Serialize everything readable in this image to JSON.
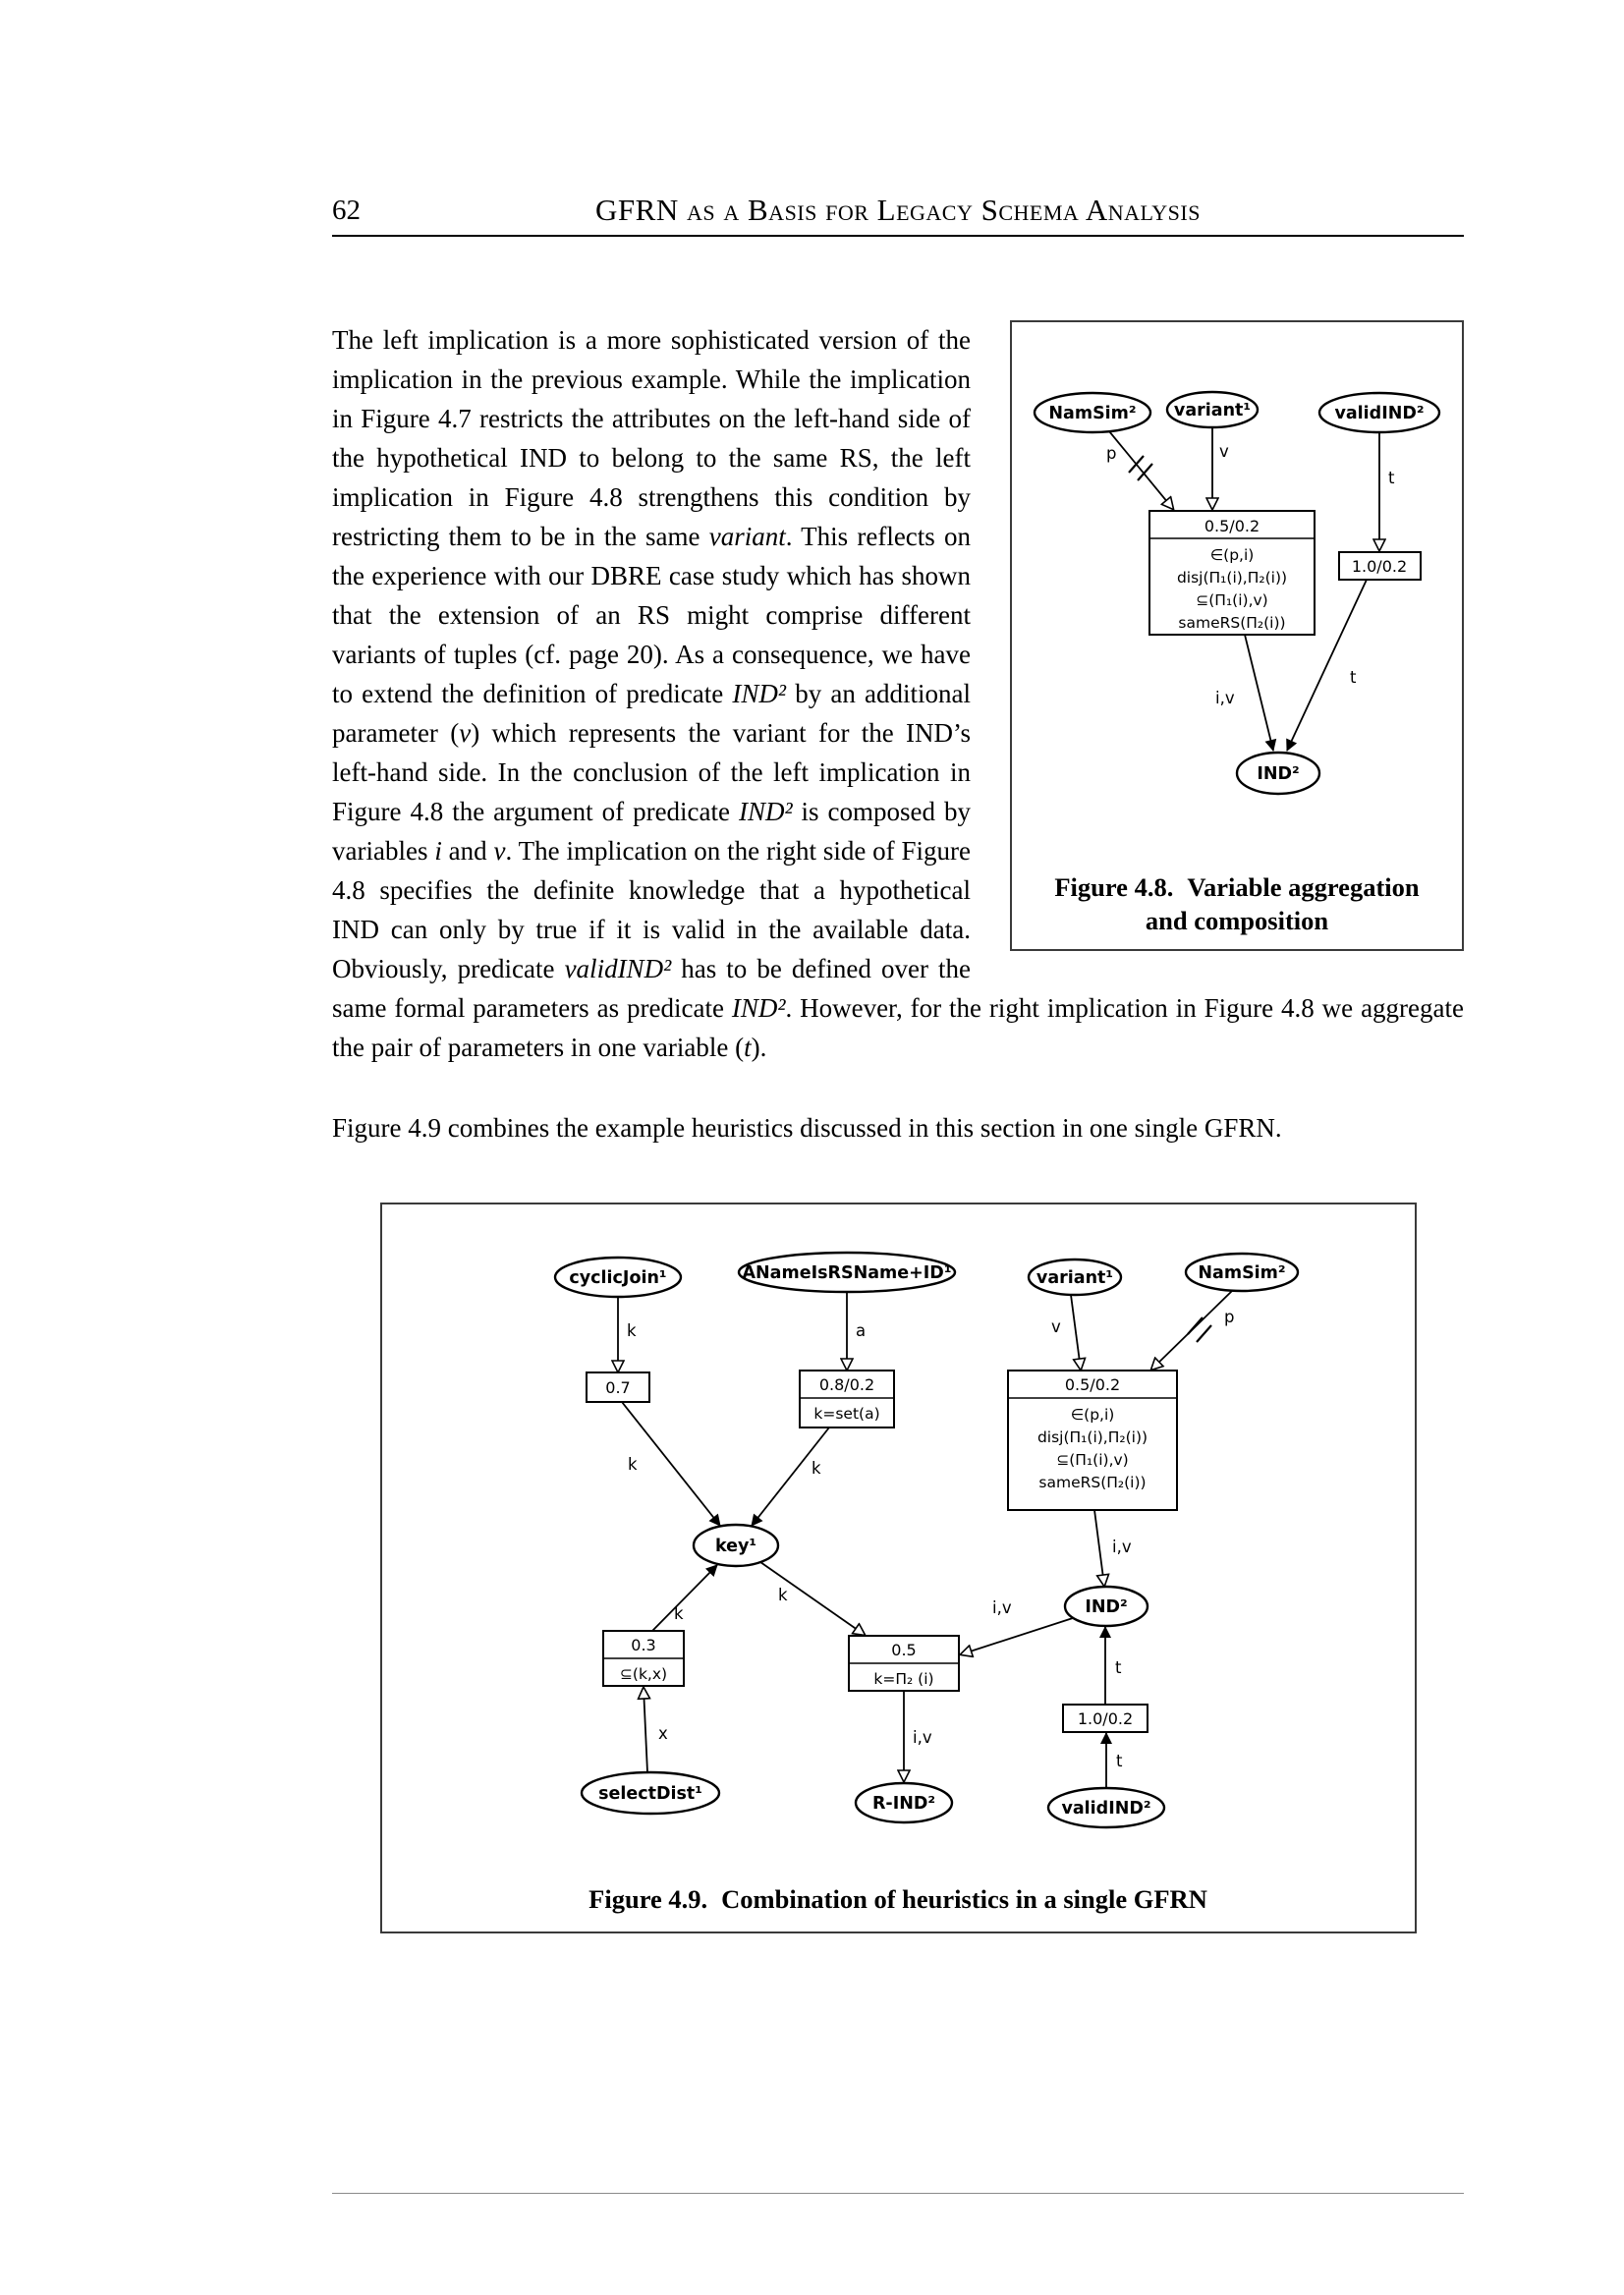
{
  "page": {
    "number": "62",
    "header_title": "GFRN as a Basis for Legacy Schema Analysis"
  },
  "body": {
    "para1_runs": [
      {
        "t": "The left implication is a more sophisticated version of the implication in the previous example. While the implication in Figure 4.7 restricts the attributes on the left-hand side of the hypothetical IND to belong to the same RS, the left implication in Figure 4.8 strengthens this condition by restricting them to be in the same ",
        "i": false
      },
      {
        "t": "variant",
        "i": true
      },
      {
        "t": ". This reflects on the experience with our DBRE case study which has shown that the extension of an RS might comprise different variants of tuples (cf. page 20). As a consequence, we have to extend the definition of predicate ",
        "i": false
      },
      {
        "t": "IND²",
        "i": true
      },
      {
        "t": " by an additional parameter (",
        "i": false
      },
      {
        "t": "v",
        "i": true
      },
      {
        "t": ") which represents the variant for the IND’s left-hand side. In the conclusion of the left implication in Figure 4.8 the argument of predicate ",
        "i": false
      },
      {
        "t": "IND²",
        "i": true
      },
      {
        "t": " is composed by variables ",
        "i": false
      },
      {
        "t": "i",
        "i": true
      },
      {
        "t": " and ",
        "i": false
      },
      {
        "t": "v",
        "i": true
      },
      {
        "t": ". The implication on the right side of Figure 4.8 specifies the definite knowledge that a hypothetical IND can only by true if it is valid in the available data. Obviously, predicate ",
        "i": false
      },
      {
        "t": "validIND²",
        "i": true
      },
      {
        "t": " has to be defined over the same formal parameters as predicate ",
        "i": false
      },
      {
        "t": "IND²",
        "i": true
      },
      {
        "t": ". However, for the right implication in Figure 4.8 we aggregate the pair of parameters in one variable (",
        "i": false
      },
      {
        "t": "t",
        "i": true
      },
      {
        "t": ").",
        "i": false
      }
    ],
    "para2": "Figure 4.9 combines the example heuristics discussed in this section in one single GFRN."
  },
  "fig48": {
    "caption": {
      "label": "Figure 4.8.",
      "line1": "Variable aggregation",
      "line2": "and composition"
    },
    "nodes": {
      "namsim": "NamSim²",
      "variant": "variant¹",
      "validind": "validIND²",
      "ind": "IND²"
    },
    "pred_box": {
      "header": "0.5/0.2",
      "lines": [
        "∈(p,i)",
        "disj(Π₁(i),Π₂(i))",
        "⊆(Π₁(i),v)",
        "sameRS(Π₂(i))"
      ]
    },
    "fact_box": "1.0/0.2",
    "labels": {
      "p": "p",
      "v": "v",
      "t1": "t",
      "iv": "i,v",
      "t2": "t"
    }
  },
  "fig49": {
    "caption": {
      "label": "Figure 4.9.",
      "text": "Combination of heuristics in a single GFRN"
    },
    "nodes": {
      "cyclicjoin": "cyclicJoin¹",
      "aname": "ANameIsRSName+ID¹",
      "variant": "variant¹",
      "namsim": "NamSim²",
      "key": "key¹",
      "selectdist": "selectDist¹",
      "rind": "R-IND²",
      "ind": "IND²",
      "validind": "validIND²"
    },
    "boxes": {
      "b07": "0.7",
      "b08": {
        "header": "0.8/0.2",
        "line": "k=set(a)"
      },
      "big": {
        "header": "0.5/0.2",
        "lines": [
          "∈(p,i)",
          "disj(Π₁(i),Π₂(i))",
          "⊆(Π₁(i),v)",
          "sameRS(Π₂(i))"
        ]
      },
      "b03": {
        "header": "0.3",
        "line": "⊆(k,x)"
      },
      "b05": {
        "header": "0.5",
        "line": "k=Π₂ (i)"
      },
      "b10": "1.0/0.2"
    },
    "labels": {
      "k1": "k",
      "a": "a",
      "v": "v",
      "p": "p",
      "k2": "k",
      "k3": "k",
      "k4": "k",
      "k5": "k",
      "x": "x",
      "iv1": "i,v",
      "iv2": "i,v",
      "iv3": "i,v",
      "t1": "t",
      "t2": "t"
    }
  }
}
